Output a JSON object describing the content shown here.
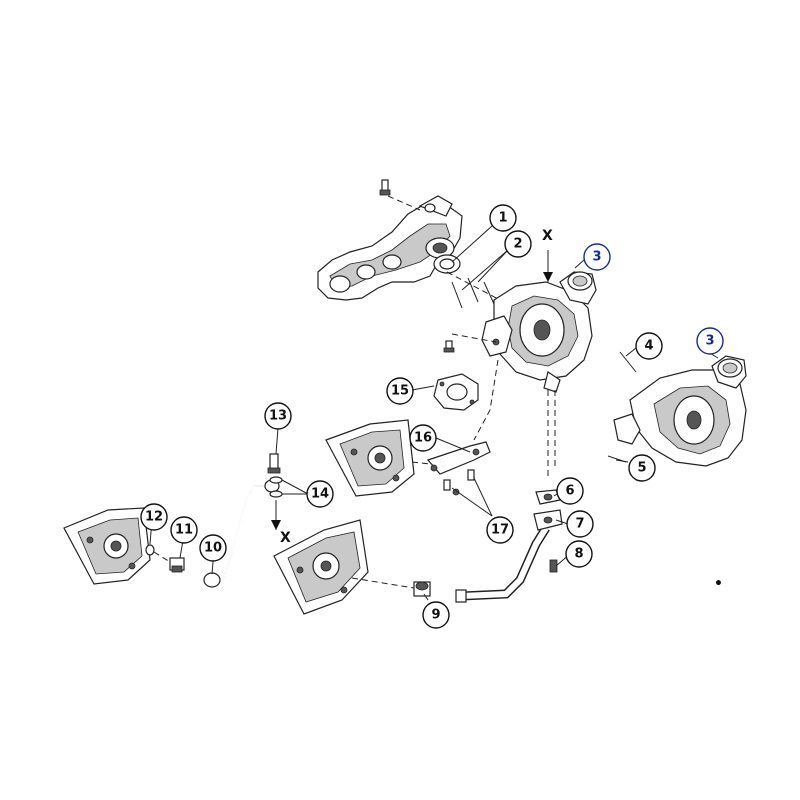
{
  "callouts": [
    {
      "id": "c1",
      "label": "1"
    },
    {
      "id": "c2",
      "label": "2"
    },
    {
      "id": "c3a",
      "label": "3",
      "color": "#1a2a8c"
    },
    {
      "id": "c3b",
      "label": "3",
      "color": "#1a2a8c"
    },
    {
      "id": "c4",
      "label": "4"
    },
    {
      "id": "c5",
      "label": "5"
    },
    {
      "id": "c6",
      "label": "6"
    },
    {
      "id": "c7",
      "label": "7"
    },
    {
      "id": "c8",
      "label": "8"
    },
    {
      "id": "c9",
      "label": "9"
    },
    {
      "id": "c10",
      "label": "10"
    },
    {
      "id": "c11",
      "label": "11"
    },
    {
      "id": "c12",
      "label": "12"
    },
    {
      "id": "c13",
      "label": "13"
    },
    {
      "id": "c14",
      "label": "14"
    },
    {
      "id": "c15",
      "label": "15"
    },
    {
      "id": "c16",
      "label": "16"
    },
    {
      "id": "c17",
      "label": "17"
    }
  ],
  "connection_marks": {
    "top": "X",
    "bottom": "X"
  }
}
